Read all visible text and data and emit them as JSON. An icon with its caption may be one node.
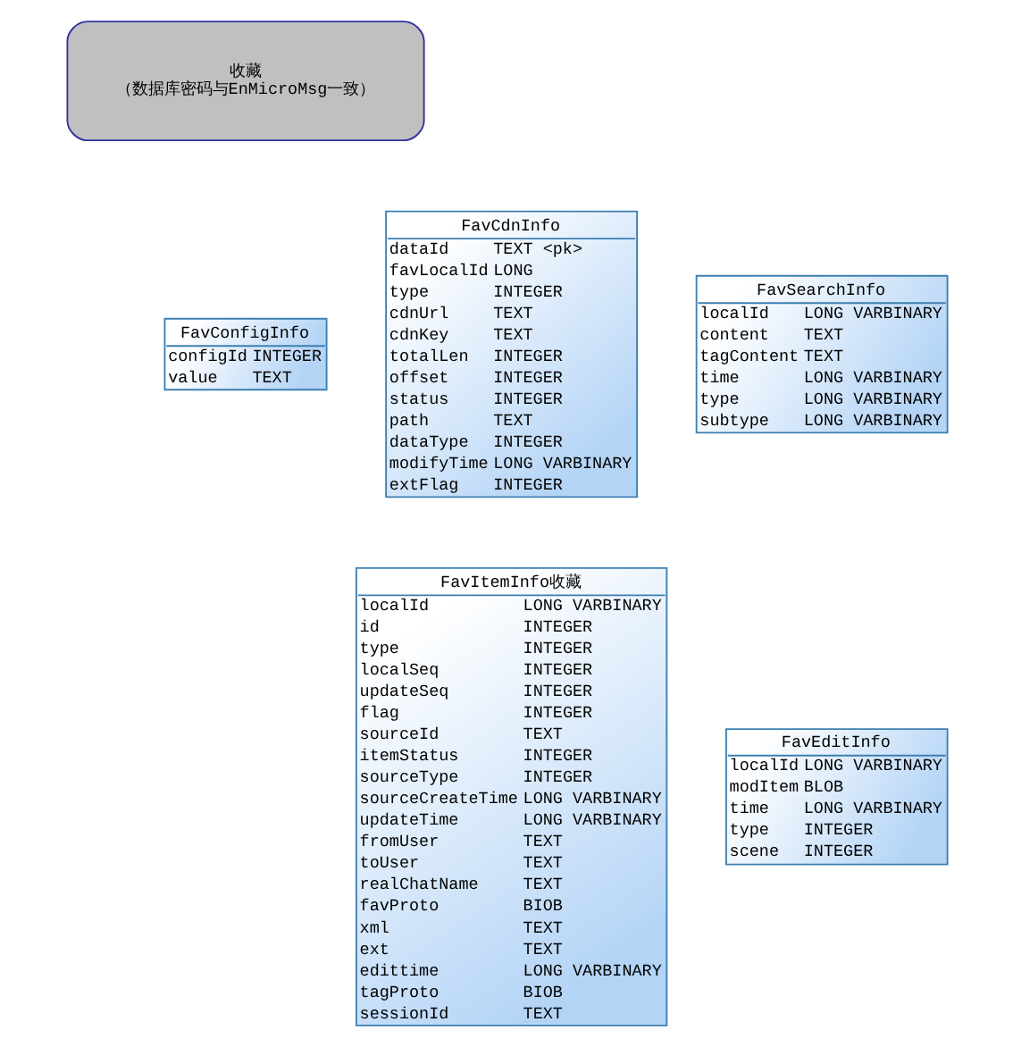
{
  "diagram": {
    "nodes": [
      {
        "text": [
          "收藏",
          "（数据库密码与EnMicroMsg一致）"
        ]
      },
      {
        "text": [
          "FavConfigInfo",
          "configId INTEGER",
          "value TEXT"
        ]
      },
      {
        "text": [
          "FavCdnInfo",
          "dataId TEXT <pk>",
          "favLocalId LONG",
          "type INTEGER",
          "cdnUrl TEXT",
          "cdnKey TEXT",
          "totalLen INTEGER",
          "offset INTEGER",
          "status INTEGER",
          "path TEXT",
          "dataType INTEGER",
          "modifyTime LONG VARBINARY",
          "extFlag INTEGER"
        ]
      },
      {
        "text": [
          "FavSearchInfo",
          "localId LONG VARBINARY",
          "content TEXT",
          "tagContent TEXT",
          "time LONG VARBINARY",
          "type LONG VARBINARY",
          "subtype LONG VARBINARY"
        ]
      },
      {
        "text": [
          "FavItemInfo收藏",
          "localId LONG VARBINARY",
          "id INTEGER",
          "type INTEGER",
          "localSeq INTEGER",
          "updateSeq INTEGER",
          "flag INTEGER",
          "sourceId TEXT",
          "itemStatus INTEGER",
          "sourceType INTEGER",
          "sourceCreateTime LONG VARBINARY",
          "updateTime LONG VARBINARY",
          "fromUser TEXT",
          "toUser TEXT",
          "realChatName TEXT",
          "favProto BIOB",
          "xml TEXT",
          "ext TEXT",
          "edittime LONG VARBINARY",
          "tagProto BIOB",
          "sessionId TEXT"
        ]
      },
      {
        "text": [
          "FavEditInfo",
          "localId LONG VARBINARY",
          "modItem BLOB",
          "time LONG VARBINARY",
          "type INTEGER",
          "scene INTEGER"
        ]
      }
    ],
    "edges": []
  }
}
